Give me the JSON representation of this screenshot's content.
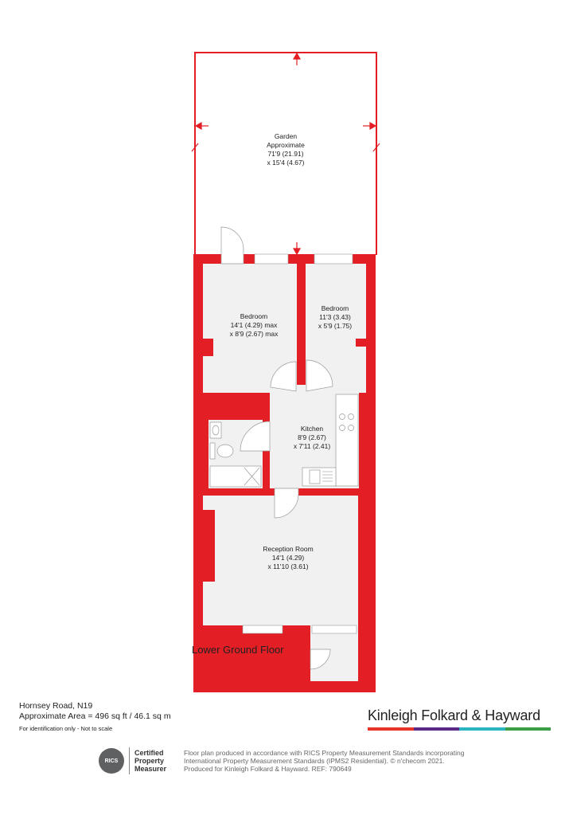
{
  "rooms": {
    "garden": {
      "l1": "Garden",
      "l2": "Approximate",
      "l3": "71'9 (21.91)",
      "l4": "x 15'4 (4.67)"
    },
    "bedroom1": {
      "l1": "Bedroom",
      "l2": "14'1 (4.29) max",
      "l3": "x 8'9 (2.67) max"
    },
    "bedroom2": {
      "l1": "Bedroom",
      "l2": "11'3 (3.43)",
      "l3": "x 5'9 (1.75)"
    },
    "kitchen": {
      "l1": "Kitchen",
      "l2": "8'9 (2.67)",
      "l3": "x 7'11 (2.41)"
    },
    "reception": {
      "l1": "Reception Room",
      "l2": "14'1 (4.29)",
      "l3": "x 11'10 (3.61)"
    }
  },
  "floor_label": "Lower Ground Floor",
  "footer": {
    "address": "Hornsey Road, N19",
    "area": "Approximate Area = 496 sq ft / 46.1 sq m",
    "note": "For identification only - Not to scale"
  },
  "brand": {
    "name": "Kinleigh Folkard & Hayward",
    "bar_colors": [
      "#e8332a",
      "#5b2a86",
      "#2bb3c0",
      "#3a9e47"
    ]
  },
  "rics": {
    "badge": "RICS",
    "cert": "Certified\nProperty\nMeasurer"
  },
  "disclaimer": "Floor plan produced in accordance with RICS Property Measurement Standards incorporating\nInternational Property Measurement Standards (IPMS2 Residential).  © n'checom 2021.\nProduced for Kinleigh Folkard & Hayward.   REF: 790649",
  "colors": {
    "wall": "#e31e24",
    "floor": "#f2f1f1"
  }
}
